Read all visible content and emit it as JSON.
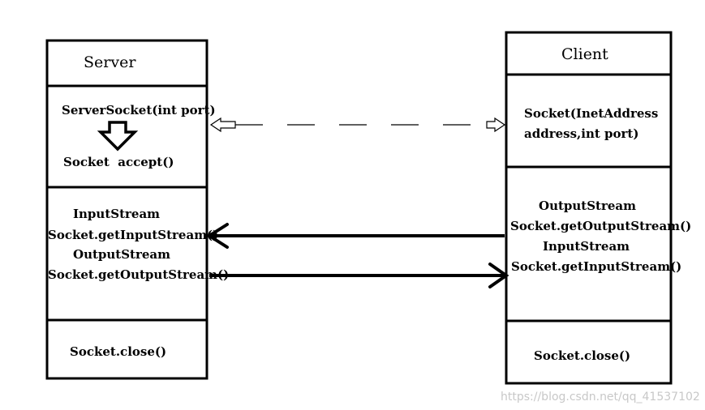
{
  "server": {
    "title": "Server",
    "server_socket": "ServerSocket(int port)",
    "accept": "Socket  accept()",
    "input_stream": "InputStream",
    "get_input_stream": "Socket.getInputStream()",
    "output_stream": "OutputStream",
    "get_output_stream": "Socket.getOutputStream()",
    "close": "Socket.close()"
  },
  "client": {
    "title": "Client",
    "socket_line1": "Socket(InetAddress",
    "socket_line2": "address,int port)",
    "output_stream": "OutputStream",
    "get_output_stream": "Socket.getOutputStream()",
    "input_stream": "InputStream",
    "get_input_stream": "Socket.getInputStream()",
    "close": "Socket.close()"
  },
  "watermark": "https://blog.csdn.net/qq_41537102"
}
